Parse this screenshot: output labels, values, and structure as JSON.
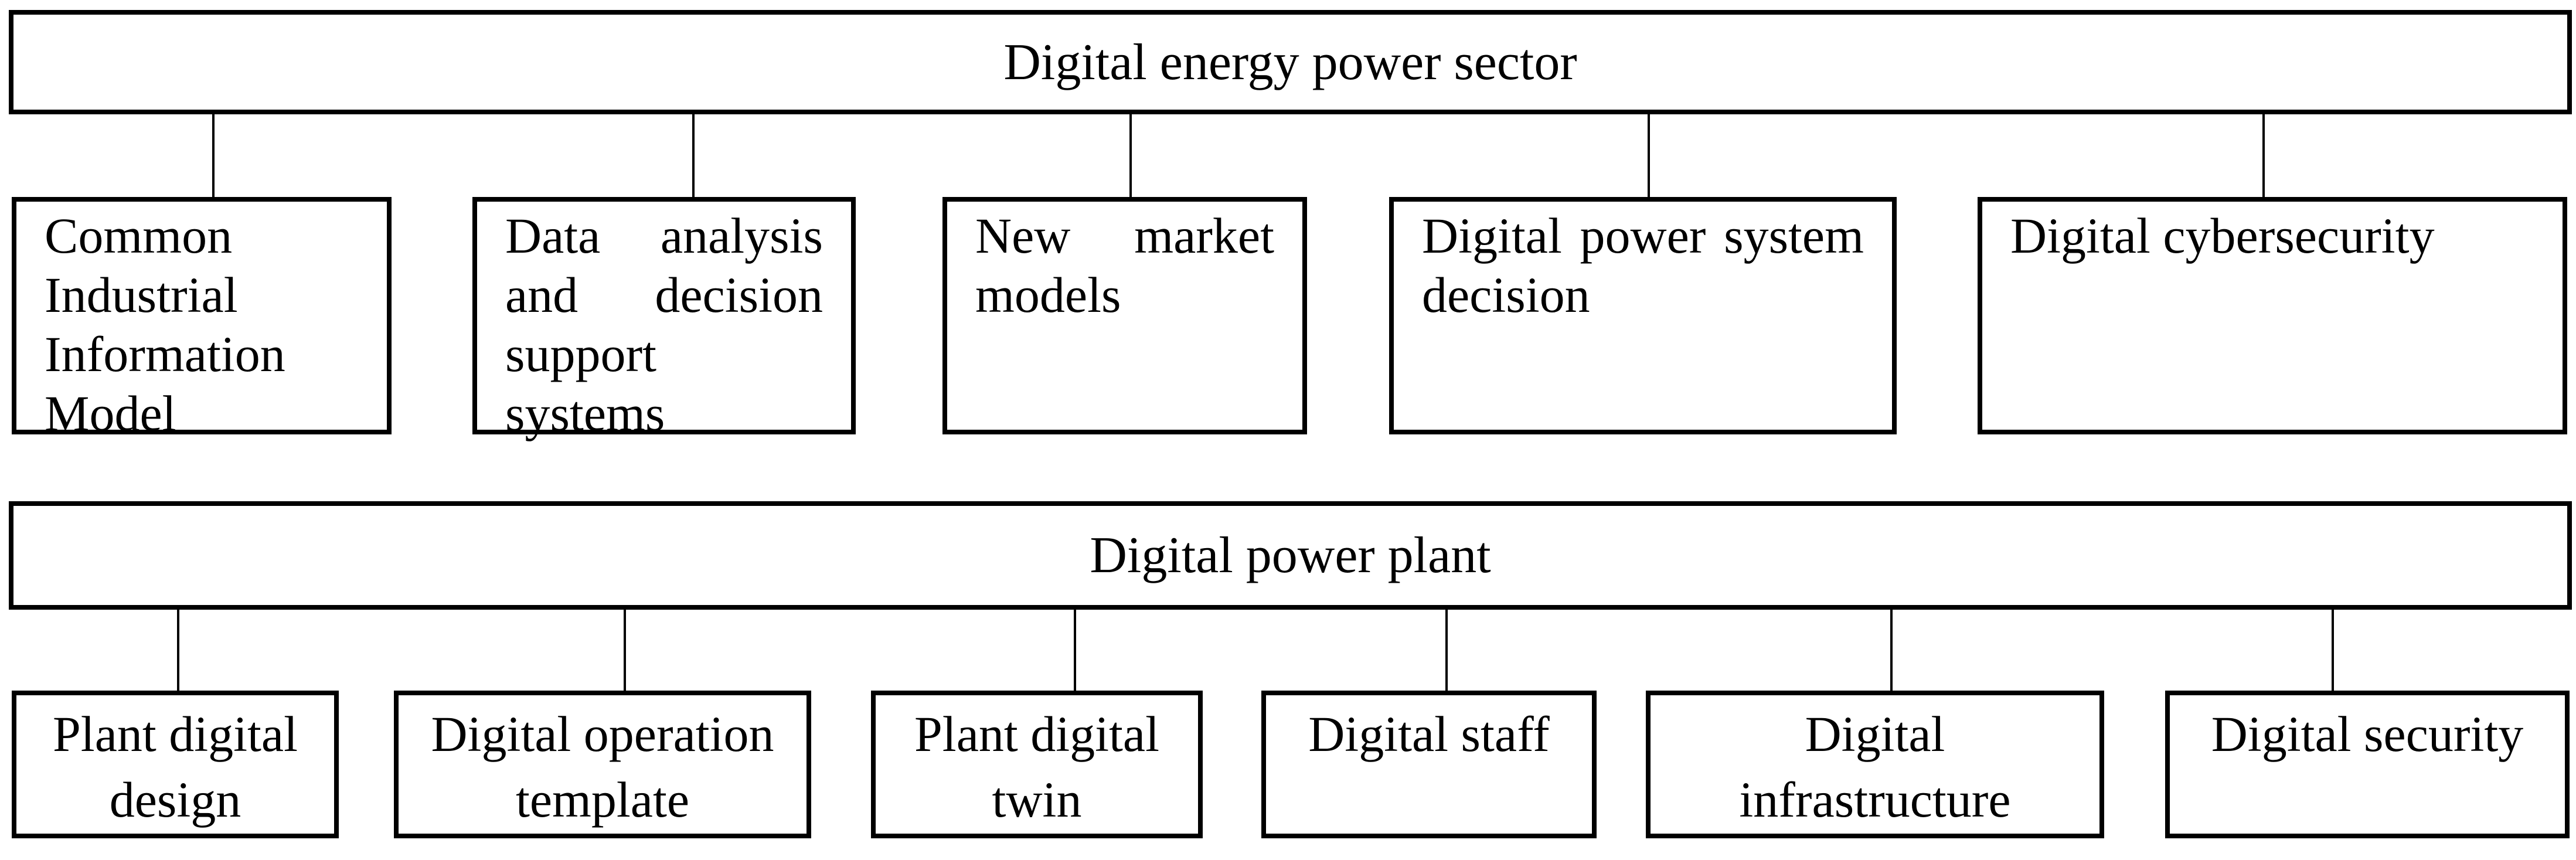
{
  "diagram_type": "hierarchy-block-diagram",
  "colors": {
    "line": "#000000",
    "text": "#000000",
    "background": "#ffffff"
  },
  "sections": [
    {
      "parent": {
        "label": "Digital energy power sector"
      },
      "children": [
        {
          "label": "Common Industrial Information Model"
        },
        {
          "label": "Data analysis and decision support systems"
        },
        {
          "label": "New market models"
        },
        {
          "label": "Digital power system decision"
        },
        {
          "label": "Digital cybersecurity"
        }
      ]
    },
    {
      "parent": {
        "label": "Digital power plant"
      },
      "children": [
        {
          "label": "Plant digital design"
        },
        {
          "label": "Digital operation template"
        },
        {
          "label": "Plant digital twin"
        },
        {
          "label": "Digital staff"
        },
        {
          "label": "Digital infrastructure"
        },
        {
          "label": "Digital security"
        }
      ]
    }
  ]
}
